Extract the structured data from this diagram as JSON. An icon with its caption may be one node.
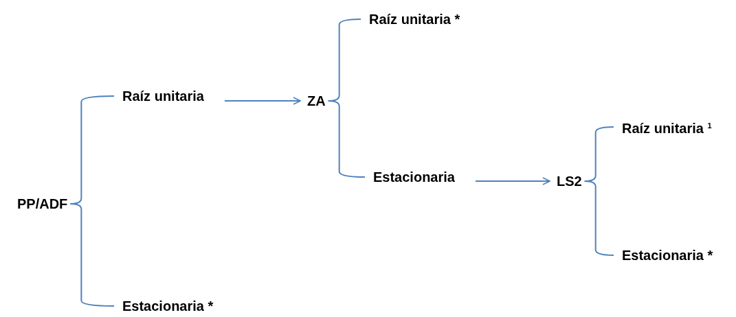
{
  "diagram": {
    "nodes": [
      {
        "text": [
          "PP/ADF"
        ]
      },
      {
        "text": [
          "Raíz unitaria"
        ]
      },
      {
        "text": [
          "ZA"
        ]
      },
      {
        "text": [
          "Raíz unitaria *"
        ]
      },
      {
        "text": [
          "Estacionaria"
        ]
      },
      {
        "text": [
          "LS2"
        ]
      },
      {
        "text": [
          "Raíz unitaria $^{1}$"
        ]
      },
      {
        "text": [
          "Estacionaria *"
        ]
      },
      {
        "text": [
          "Estacionaria *"
        ]
      }
    ],
    "edges": [
      {
        "from": 0,
        "to": 1,
        "arrow": "none"
      },
      {
        "from": 0,
        "to": 8,
        "arrow": "none"
      },
      {
        "from": 1,
        "to": 2,
        "arrow": "to"
      },
      {
        "from": 2,
        "to": 3,
        "arrow": "none"
      },
      {
        "from": 2,
        "to": 4,
        "arrow": "none"
      },
      {
        "from": 4,
        "to": 5,
        "arrow": "to"
      },
      {
        "from": 5,
        "to": 6,
        "arrow": "none"
      },
      {
        "from": 5,
        "to": 7,
        "arrow": "none"
      }
    ]
  }
}
